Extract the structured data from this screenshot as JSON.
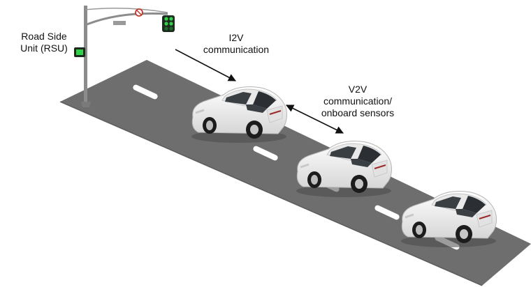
{
  "labels": {
    "rsu": {
      "line1": "Road Side",
      "line2": "Unit (RSU)"
    },
    "i2v": {
      "line1": "I2V",
      "line2": "communication"
    },
    "v2v": {
      "line1": "V2V",
      "line2": "communication/",
      "line3": "onboard sensors"
    }
  },
  "colors": {
    "road": "#6e6e6e",
    "road_edge": "#5c5c5c",
    "lane_marking": "#ffffff",
    "pole": "#8c8c8c",
    "signal_housing": "#1f2a1f",
    "signal_green": "#31d14a",
    "car_body": "#f4f4f4",
    "car_window": "#2b2f33",
    "arrow": "#111111"
  },
  "icons": {
    "traffic_signal": "traffic-light-icon",
    "pedestrian_signal": "pedestrian-signal-icon",
    "no_turn_sign": "no-turn-sign-icon",
    "car": "car-icon"
  }
}
